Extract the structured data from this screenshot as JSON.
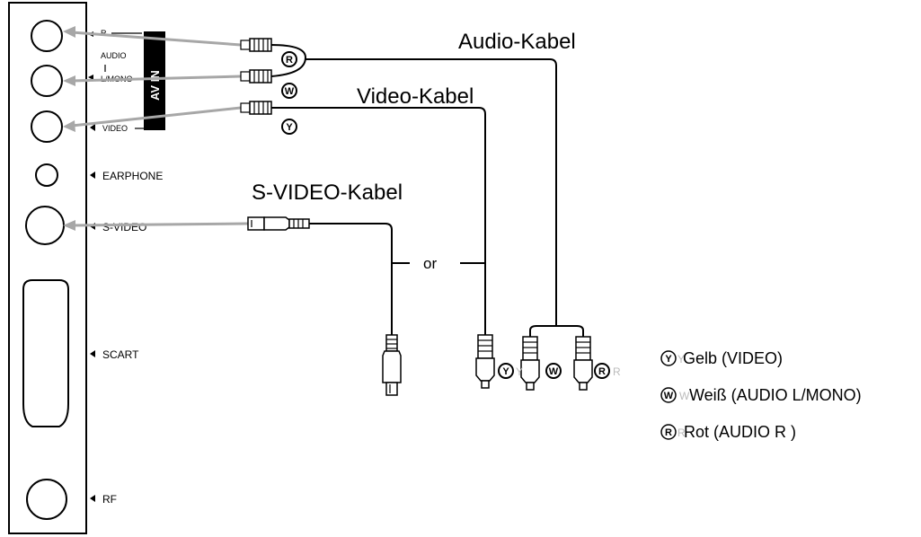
{
  "ports": {
    "r": "R",
    "audio": "AUDIO",
    "lmono": "L/MONO",
    "video": "VIDEO",
    "earphone": "EARPHONE",
    "svideo": "S-VIDEO",
    "scart": "SCART",
    "rf": "RF"
  },
  "panel_label": "AV IN",
  "cables": {
    "audio": "Audio-Kabel",
    "video": "Video-Kabel",
    "svideo": "S-VIDEO-Kabel"
  },
  "or_label": "or",
  "plug_badges": {
    "y": "Y",
    "w": "W",
    "r": "R"
  },
  "legend": [
    {
      "badge": "Y",
      "ghost": "Y",
      "text": "Gelb (VIDEO)"
    },
    {
      "badge": "W",
      "ghost": "W",
      "text": "Weiß (AUDIO L/MONO)"
    },
    {
      "badge": "R",
      "ghost": "R",
      "text": "Rot (AUDIO R )"
    }
  ],
  "colors": {
    "arrow": "#a7a7a7",
    "line": "#000000",
    "background": "#ffffff"
  },
  "icons": {
    "jack": "rca-jack-icon",
    "arrow_marker": "triangle-left-icon"
  }
}
